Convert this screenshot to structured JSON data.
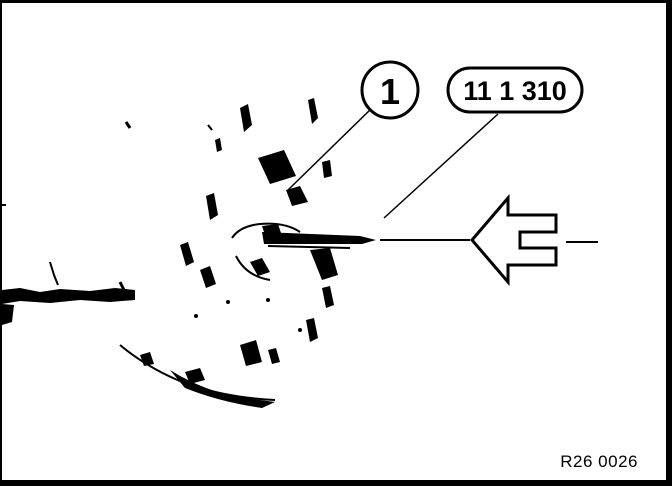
{
  "callouts": {
    "item_number": "1",
    "tool_number": "11 1 310"
  },
  "figure_code": "R26 0026",
  "colors": {
    "ink": "#000000",
    "paper": "#ffffff"
  }
}
